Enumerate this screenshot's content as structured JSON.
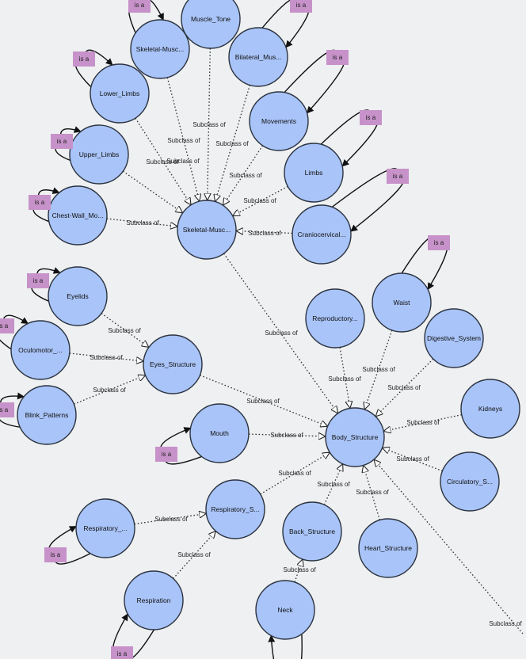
{
  "colors": {
    "node_fill": "#a9c4f8",
    "node_stroke": "#2b3340",
    "isa_box": "#c792c9",
    "background": "#eef0f1"
  },
  "edge_labels": {
    "subclass": "Subclass of",
    "isa": "is a"
  },
  "nodes": [
    {
      "id": "skeletal_muscle",
      "label": "Skeletal-Musc..."
    },
    {
      "id": "muscle_tone",
      "label": "Muscle_Tone"
    },
    {
      "id": "skeletal_musc2",
      "label": "Skeletal-Musc..."
    },
    {
      "id": "bilateral",
      "label": "Bilateral_Mus..."
    },
    {
      "id": "lower_limbs",
      "label": "Lower_Limbs"
    },
    {
      "id": "movements",
      "label": "Movements"
    },
    {
      "id": "upper_limbs",
      "label": "Upper_Limbs"
    },
    {
      "id": "limbs",
      "label": "Limbs"
    },
    {
      "id": "chest_wall",
      "label": "Chest-Wall_Mo..."
    },
    {
      "id": "craniocervical",
      "label": "Craniocervical..."
    },
    {
      "id": "eyelids",
      "label": "Eyelids"
    },
    {
      "id": "oculomotor",
      "label": "Oculomotor_..."
    },
    {
      "id": "eyes_structure",
      "label": "Eyes_Structure"
    },
    {
      "id": "blink_patterns",
      "label": "Blink_Patterns"
    },
    {
      "id": "mouth",
      "label": "Mouth"
    },
    {
      "id": "body_structure",
      "label": "Body_Structure"
    },
    {
      "id": "reproductory",
      "label": "Reproductory..."
    },
    {
      "id": "waist",
      "label": "Waist"
    },
    {
      "id": "digestive",
      "label": "Digestive_System"
    },
    {
      "id": "kidneys",
      "label": "Kidneys"
    },
    {
      "id": "circulatory",
      "label": "Circulatory_S..."
    },
    {
      "id": "respiratory_s",
      "label": "Respiratory_S..."
    },
    {
      "id": "respiratory_a",
      "label": "Respiratory_..."
    },
    {
      "id": "back_structure",
      "label": "Back_Structure"
    },
    {
      "id": "heart_structure",
      "label": "Heart_Structure"
    },
    {
      "id": "respiration",
      "label": "Respiration"
    },
    {
      "id": "neck",
      "label": "Neck"
    }
  ],
  "subclass_edges": [
    {
      "from": "skeletal_musc2",
      "to": "skeletal_muscle"
    },
    {
      "from": "muscle_tone",
      "to": "skeletal_muscle"
    },
    {
      "from": "bilateral",
      "to": "skeletal_muscle"
    },
    {
      "from": "lower_limbs",
      "to": "skeletal_muscle"
    },
    {
      "from": "movements",
      "to": "skeletal_muscle"
    },
    {
      "from": "upper_limbs",
      "to": "skeletal_muscle"
    },
    {
      "from": "limbs",
      "to": "skeletal_muscle"
    },
    {
      "from": "chest_wall",
      "to": "skeletal_muscle"
    },
    {
      "from": "craniocervical",
      "to": "skeletal_muscle"
    },
    {
      "from": "skeletal_muscle",
      "to": "body_structure"
    },
    {
      "from": "eyelids",
      "to": "eyes_structure"
    },
    {
      "from": "oculomotor",
      "to": "eyes_structure"
    },
    {
      "from": "blink_patterns",
      "to": "eyes_structure"
    },
    {
      "from": "eyes_structure",
      "to": "body_structure"
    },
    {
      "from": "mouth",
      "to": "body_structure"
    },
    {
      "from": "reproductory",
      "to": "body_structure"
    },
    {
      "from": "waist",
      "to": "body_structure"
    },
    {
      "from": "digestive",
      "to": "body_structure"
    },
    {
      "from": "kidneys",
      "to": "body_structure"
    },
    {
      "from": "circulatory",
      "to": "body_structure"
    },
    {
      "from": "respiratory_s",
      "to": "body_structure"
    },
    {
      "from": "back_structure",
      "to": "body_structure"
    },
    {
      "from": "heart_structure",
      "to": "body_structure"
    },
    {
      "from": "respiratory_a",
      "to": "respiratory_s"
    },
    {
      "from": "respiration",
      "to": "respiratory_s"
    },
    {
      "from": "neck",
      "to": "back_structure"
    },
    {
      "from": "offscreen",
      "to": "body_structure"
    }
  ],
  "isa_loops": [
    "skeletal_musc2",
    "bilateral",
    "lower_limbs",
    "movements",
    "upper_limbs",
    "limbs",
    "chest_wall",
    "craniocervical",
    "eyelids",
    "oculomotor",
    "blink_patterns",
    "mouth",
    "waist",
    "respiratory_a",
    "respiration",
    "neck"
  ]
}
